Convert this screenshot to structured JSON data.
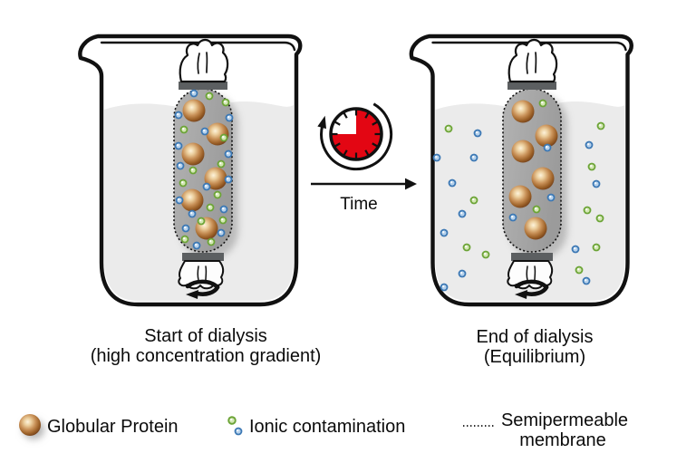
{
  "labels": {
    "left_caption_line1": "Start of dialysis",
    "left_caption_line2": "(high concentration gradient)",
    "right_caption_line1": "End of dialysis",
    "right_caption_line2": "(Equilibrium)",
    "time_label": "Time"
  },
  "legend": {
    "protein_label": "Globular Protein",
    "ion_label": "Ionic contamination",
    "membrane_label_line1": "Semipermeable",
    "membrane_label_line2": "membrane"
  },
  "icons": {
    "timer": "three-quarter-red-timer-clock",
    "stirrer": "curved-rotation-arrow",
    "time_arrow": "right-arrow"
  },
  "colors": {
    "clock_red": "#e30613",
    "water": "#ebebeb",
    "bag_light": "#b1b1b1",
    "bag_dark": "#9c9c9c",
    "clamp_gray": "#5c5f61",
    "outline": "#111111",
    "ion_blue_ring": "#3c78b4",
    "ion_blue_fill": "#b7d2ec",
    "ion_green_ring": "#6ca437",
    "ion_green_fill": "#d4e7b4",
    "protein_edge": "#5a2f12"
  },
  "scene": {
    "left_beaker": {
      "proteins": [
        [
          214,
          122
        ],
        [
          240,
          148
        ],
        [
          213,
          170
        ],
        [
          238,
          197
        ],
        [
          212,
          221
        ],
        [
          228,
          252
        ]
      ],
      "bag_ions": [
        [
          "b",
          214,
          103
        ],
        [
          "g",
          231,
          106
        ],
        [
          "g",
          249,
          113
        ],
        [
          "b",
          253,
          130
        ],
        [
          "b",
          197,
          127
        ],
        [
          "g",
          203,
          143
        ],
        [
          "b",
          226,
          145
        ],
        [
          "g",
          247,
          152
        ],
        [
          "b",
          197,
          161
        ],
        [
          "b",
          252,
          170
        ],
        [
          "g",
          244,
          181
        ],
        [
          "b",
          199,
          183
        ],
        [
          "g",
          213,
          188
        ],
        [
          "b",
          252,
          198
        ],
        [
          "g",
          202,
          202
        ],
        [
          "b",
          228,
          206
        ],
        [
          "g",
          240,
          215
        ],
        [
          "b",
          198,
          221
        ],
        [
          "g",
          232,
          229
        ],
        [
          "b",
          212,
          236
        ],
        [
          "b",
          247,
          231
        ],
        [
          "g",
          222,
          244
        ],
        [
          "b",
          205,
          252
        ],
        [
          "g",
          204,
          264
        ],
        [
          "b",
          217,
          271
        ],
        [
          "g",
          233,
          267
        ],
        [
          "b",
          244,
          257
        ],
        [
          "g",
          246,
          243
        ]
      ],
      "water_ions": []
    },
    "right_beaker": {
      "proteins": [
        [
          577,
          123
        ],
        [
          603,
          150
        ],
        [
          577,
          167
        ],
        [
          599,
          197
        ],
        [
          574,
          217
        ],
        [
          591,
          252
        ]
      ],
      "bag_ions": [
        [
          "g",
          599,
          114
        ],
        [
          "b",
          604,
          163
        ],
        [
          "b",
          608,
          218
        ],
        [
          "g",
          592,
          231
        ],
        [
          "b",
          566,
          240
        ]
      ],
      "water_ions": [
        [
          "g",
          495,
          142
        ],
        [
          "b",
          527,
          147
        ],
        [
          "b",
          482,
          174
        ],
        [
          "b",
          523,
          174
        ],
        [
          "b",
          499,
          202
        ],
        [
          "g",
          523,
          221
        ],
        [
          "b",
          510,
          236
        ],
        [
          "b",
          490,
          257
        ],
        [
          "g",
          515,
          273
        ],
        [
          "g",
          536,
          281
        ],
        [
          "b",
          510,
          302
        ],
        [
          "b",
          490,
          317
        ],
        [
          "g",
          663,
          139
        ],
        [
          "b",
          650,
          160
        ],
        [
          "g",
          653,
          184
        ],
        [
          "b",
          658,
          203
        ],
        [
          "g",
          648,
          232
        ],
        [
          "g",
          662,
          241
        ],
        [
          "b",
          635,
          275
        ],
        [
          "g",
          658,
          273
        ],
        [
          "g",
          639,
          298
        ],
        [
          "b",
          647,
          310
        ]
      ]
    }
  }
}
